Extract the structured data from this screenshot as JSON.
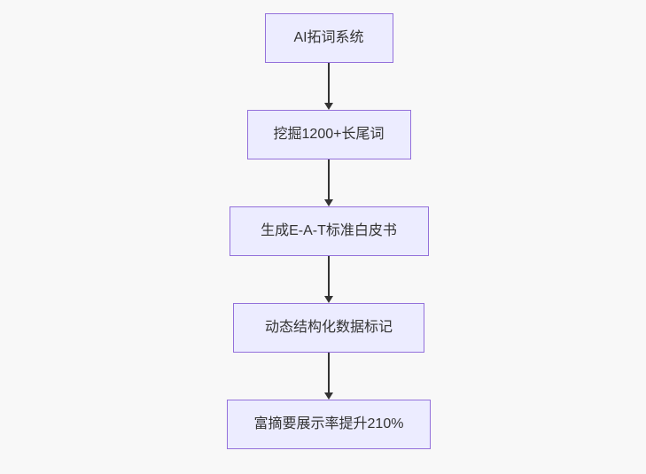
{
  "diagram": {
    "type": "flowchart",
    "direction": "top-down",
    "nodes": [
      {
        "label": "AI拓词系统"
      },
      {
        "label": "挖掘1200+长尾词"
      },
      {
        "label": "生成E-A-T标准白皮书"
      },
      {
        "label": "动态结构化数据标记"
      },
      {
        "label": "富摘要展示率提升210%"
      }
    ],
    "edges": [
      {
        "from": 0,
        "to": 1
      },
      {
        "from": 1,
        "to": 2
      },
      {
        "from": 2,
        "to": 3
      },
      {
        "from": 3,
        "to": 4
      }
    ],
    "colors": {
      "background": "#f8f8f8",
      "node_fill": "#ececff",
      "node_border": "#9370db",
      "arrow": "#333333",
      "text": "#333333"
    }
  }
}
